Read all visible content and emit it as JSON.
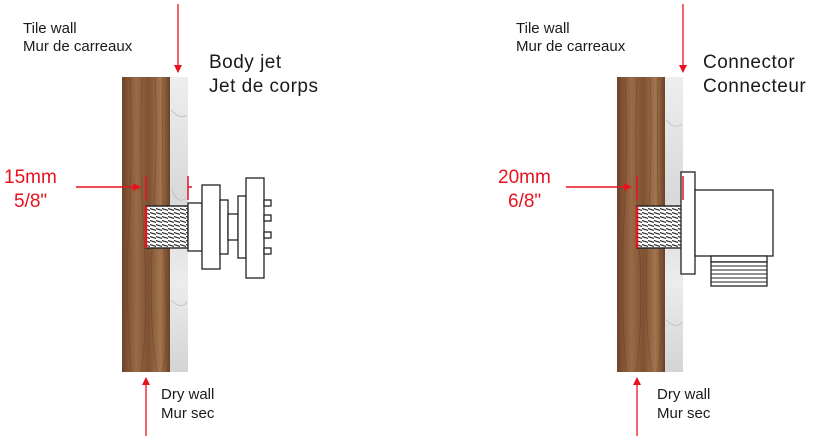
{
  "colors": {
    "wood": "#8a5a38",
    "wood_dark": "#5e3a22",
    "tile": "#e2e2e2",
    "accent_red": "#e8121f",
    "line": "#222222"
  },
  "panels": [
    {
      "id": "left",
      "tile_wall_en": "Tile wall",
      "tile_wall_fr": "Mur de carreaux",
      "component_en": "Body jet",
      "component_fr": "Jet de corps",
      "depth_mm": "15mm",
      "depth_in": "5/8\"",
      "dry_wall_en": "Dry wall",
      "dry_wall_fr": "Mur sec"
    },
    {
      "id": "right",
      "tile_wall_en": "Tile wall",
      "tile_wall_fr": "Mur de carreaux",
      "component_en": "Connector",
      "component_fr": "Connecteur",
      "depth_mm": "20mm",
      "depth_in": "6/8\"",
      "dry_wall_en": "Dry wall",
      "dry_wall_fr": "Mur sec"
    }
  ]
}
